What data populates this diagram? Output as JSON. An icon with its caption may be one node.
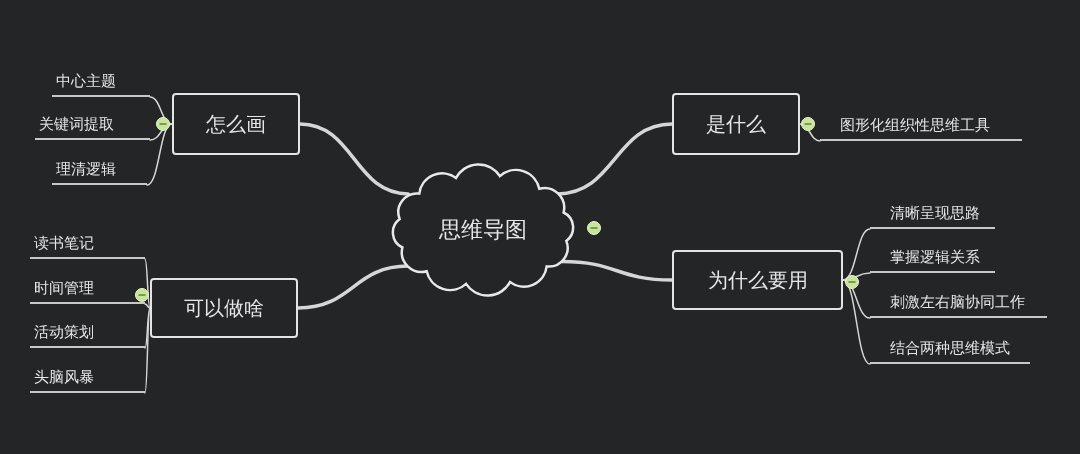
{
  "diagram": {
    "nodes": [
      {
        "text": [
          "思维导图"
        ]
      },
      {
        "text": [
          "怎么画"
        ]
      },
      {
        "text": [
          "中心主题"
        ]
      },
      {
        "text": [
          "关键词提取"
        ]
      },
      {
        "text": [
          "理清逻辑"
        ]
      },
      {
        "text": [
          "是什么"
        ]
      },
      {
        "text": [
          "图形化组织性思维工具"
        ]
      },
      {
        "text": [
          "可以做啥"
        ]
      },
      {
        "text": [
          "读书笔记"
        ]
      },
      {
        "text": [
          "时间管理"
        ]
      },
      {
        "text": [
          "活动策划"
        ]
      },
      {
        "text": [
          "头脑风暴"
        ]
      },
      {
        "text": [
          "为什么要用"
        ]
      },
      {
        "text": [
          "清晰呈现思路"
        ]
      },
      {
        "text": [
          "掌握逻辑关系"
        ]
      },
      {
        "text": [
          "刺激左右脑协同工作"
        ]
      },
      {
        "text": [
          "结合两种思维模式"
        ]
      }
    ],
    "edges": [
      {
        "from": 0,
        "to": 1,
        "arrow": "none",
        "style": "thick"
      },
      {
        "from": 1,
        "to": 2,
        "arrow": "none"
      },
      {
        "from": 1,
        "to": 3,
        "arrow": "none"
      },
      {
        "from": 1,
        "to": 4,
        "arrow": "none"
      },
      {
        "from": 0,
        "to": 5,
        "arrow": "none",
        "style": "thick"
      },
      {
        "from": 5,
        "to": 6,
        "arrow": "none"
      },
      {
        "from": 0,
        "to": 7,
        "arrow": "none",
        "style": "thick"
      },
      {
        "from": 7,
        "to": 8,
        "arrow": "none"
      },
      {
        "from": 7,
        "to": 9,
        "arrow": "none"
      },
      {
        "from": 7,
        "to": 10,
        "arrow": "none"
      },
      {
        "from": 7,
        "to": 11,
        "arrow": "none"
      },
      {
        "from": 0,
        "to": 12,
        "arrow": "none",
        "style": "thick"
      },
      {
        "from": 12,
        "to": 13,
        "arrow": "none"
      },
      {
        "from": 12,
        "to": 14,
        "arrow": "none"
      },
      {
        "from": 12,
        "to": 15,
        "arrow": "none"
      },
      {
        "from": 12,
        "to": 16,
        "arrow": "none"
      }
    ]
  }
}
